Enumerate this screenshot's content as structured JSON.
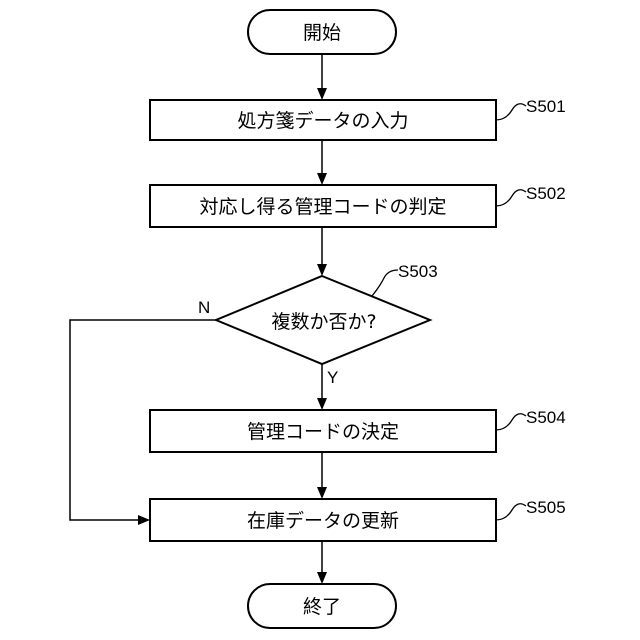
{
  "nodes": {
    "start": {
      "text": "開始"
    },
    "s501": {
      "text": "処方箋データの入力",
      "step": "S501"
    },
    "s502": {
      "text": "対応し得る管理コードの判定",
      "step": "S502"
    },
    "s503": {
      "text": "複数か否か?",
      "step": "S503"
    },
    "s504": {
      "text": "管理コードの決定",
      "step": "S504"
    },
    "s505": {
      "text": "在庫データの更新",
      "step": "S505"
    },
    "end": {
      "text": "終了"
    }
  },
  "branches": {
    "no": "N",
    "yes": "Y"
  }
}
